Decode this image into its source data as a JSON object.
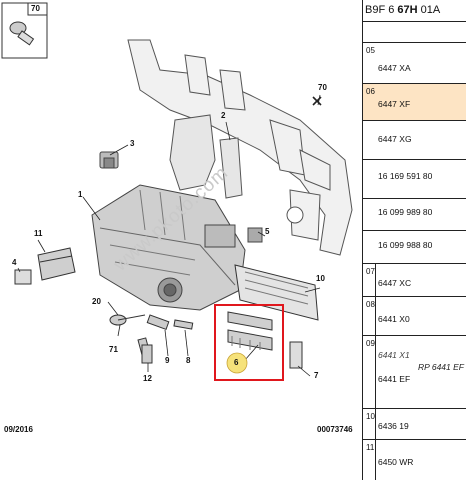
{
  "diagram": {
    "labels": {
      "l70_top": "70",
      "l70_mid": "70",
      "l1": "1",
      "l2": "2",
      "l3": "3",
      "l4": "4",
      "l5": "5",
      "l6": "6",
      "l7": "7",
      "l8": "8",
      "l9": "9",
      "l10": "10",
      "l11": "11",
      "l12": "12",
      "l20": "20",
      "l71": "71"
    },
    "date": "09/2016",
    "code": "00073746",
    "watermark": "www.pkoto.com"
  },
  "panel": {
    "header_prefix": "B9F 6 ",
    "header_bold": "67H",
    "header_suffix": " 01A",
    "groups": [
      {
        "num": "05",
        "refs": [
          "6447 XA"
        ]
      },
      {
        "num": "06",
        "refs": [
          "6447 XF"
        ],
        "highlighted": true
      },
      {
        "num": "",
        "refs": [
          "6447 XG"
        ]
      },
      {
        "num": "",
        "refs": [
          "16 169 591 80"
        ]
      },
      {
        "num": "",
        "refs": [
          "16 099 989 80"
        ]
      },
      {
        "num": "",
        "refs": [
          "16 099 988 80"
        ]
      },
      {
        "num": "07",
        "refs": [
          "6447 XC"
        ]
      },
      {
        "num": "08",
        "refs": [
          "6441 X0"
        ]
      },
      {
        "num": "09",
        "refs": [
          "6441 X1",
          "RP 6441 EF",
          "6441 EF"
        ]
      },
      {
        "num": "10",
        "refs": [
          "6436 19"
        ]
      },
      {
        "num": "11",
        "refs": [
          "6450 WR"
        ]
      }
    ]
  },
  "colors": {
    "highlight": "#fde4c4",
    "callout_box": "#e0171d",
    "callout_bubble": "#f6e27a"
  }
}
